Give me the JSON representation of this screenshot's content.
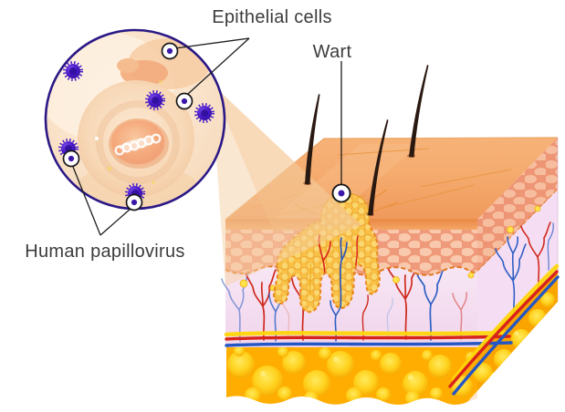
{
  "labels": {
    "epithelial_cells": "Epithelial cells",
    "wart": "Wart",
    "hpv": "Human papillovirus"
  },
  "inset": {
    "virus_count": 5,
    "epithelial_cell_marker_count": 2,
    "hpv_marker_count": 2
  },
  "callouts": {
    "wart_marker_count": 1,
    "marker_style": "white circle with purple dot"
  },
  "icons": {
    "callout_marker": "circled-dot",
    "virus": "spiky-purple-sphere",
    "hair": "tapered-dark-strand"
  },
  "colors": {
    "background": "#ffffff",
    "inset_border": "#2b1885",
    "inset_cell_fill": "#f8dfc2",
    "nucleus": "#f4a87e",
    "virus": "#4718c8",
    "marker_dot": "#3a18a8",
    "callout_line": "#1d1d1d",
    "label_text": "#3c3c3c",
    "skin_surface": "#f5a867",
    "epidermis_cells": "#f09a7c",
    "epidermis_dashed_edge": "#e2761f",
    "dermis": "#f6e3f4",
    "fat": "#ffad00",
    "fat_bubble": "#ffd21e",
    "artery": "#d8231b",
    "vein": "#2456c4",
    "vessel_yellow": "#ffd60a",
    "wart_fill": "#f8c045",
    "wart_outline": "#e8861e",
    "hair": "#2a1911",
    "magnifier_cone": "#f6cfa3"
  }
}
